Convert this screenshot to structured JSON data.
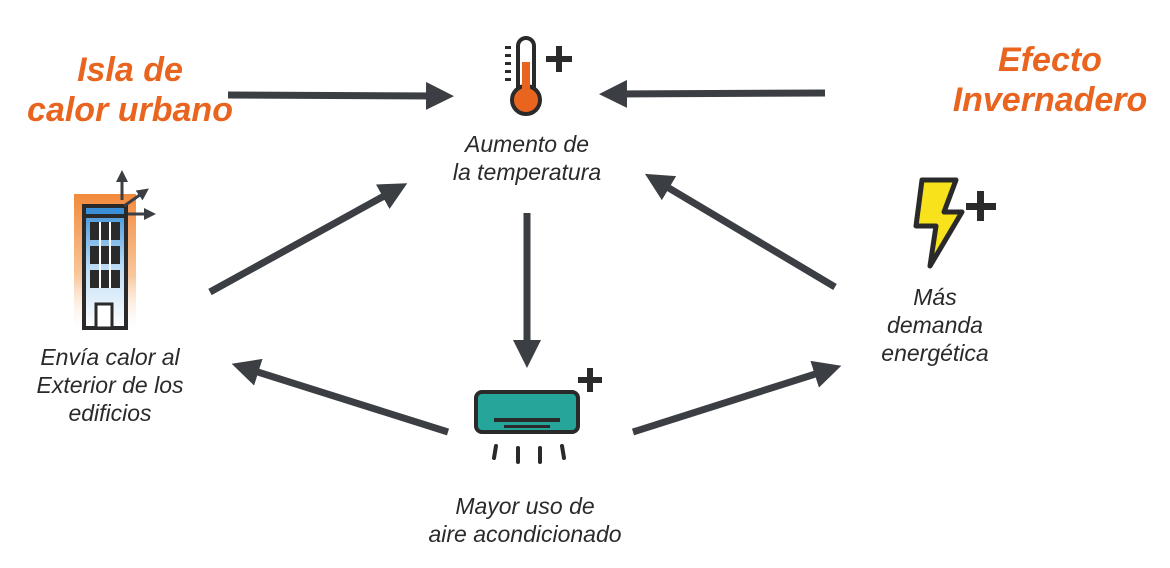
{
  "titles": {
    "left": [
      "Isla de",
      "calor urbano"
    ],
    "right": [
      "Efecto",
      "Invernadero"
    ]
  },
  "nodes": {
    "temperature": [
      "Aumento de",
      "la temperatura"
    ],
    "building": [
      "Envía calor al",
      "Exterior de los",
      "edificios"
    ],
    "ac": [
      "Mayor uso de",
      "aire acondicionado"
    ],
    "energy": [
      "Más",
      "demanda",
      "energética"
    ]
  },
  "icons": {
    "temperature": "thermometer-plus-icon",
    "building": "building-heat-icon",
    "ac": "air-conditioner-plus-icon",
    "energy": "lightning-plus-icon"
  },
  "colors": {
    "accent": "#e8641f",
    "arrow": "#3b3e42",
    "ac_body": "#26a69a",
    "bolt": "#f7e21b",
    "building_glow": "#f4a15d",
    "building_window": "#3a8fd6"
  }
}
